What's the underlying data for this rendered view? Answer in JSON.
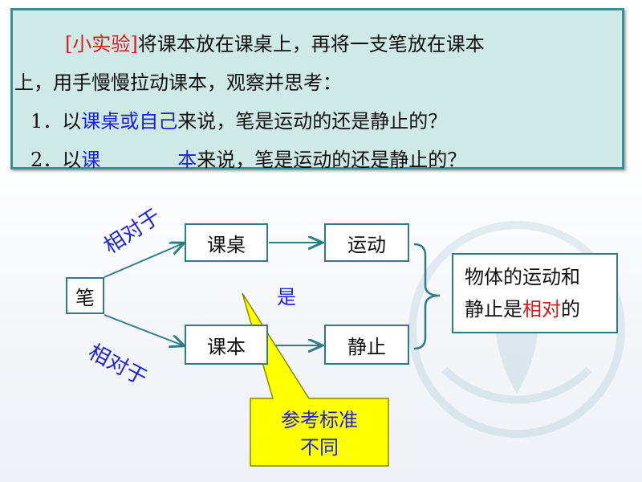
{
  "task": {
    "experiment_tag": "[小实验]",
    "line1_rest": "将课本放在课桌上，再将一支笔放在课本",
    "line2": "上，用手慢慢拉动课本，观察并思考：",
    "q1": {
      "num": "1．以",
      "ref": "课桌或自己",
      "rest": "来说，笔是运动的还是静止的？"
    },
    "q2": {
      "num": "2．以",
      "ref_a": "课",
      "ref_b": "本",
      "rest": "来说，笔是运动的还是静止的？"
    }
  },
  "diagram": {
    "pen": "笔",
    "relative_to_upper": "相对于",
    "relative_to_lower": "相对于",
    "desk": "课桌",
    "book": "课本",
    "moving": "运动",
    "still": "静止",
    "is": "是",
    "conclusion_line1": "物体的运动和",
    "conclusion_line2_a": "静止是",
    "conclusion_line2_b": "相对",
    "conclusion_line2_c": "的",
    "callout_line1": "参考标准",
    "callout_line2": "不同"
  },
  "colors": {
    "task_bg": "#cfe9e7",
    "border_teal": "#2e7d86",
    "accent_red": "#d41d1d",
    "accent_blue": "#1f23d6",
    "callout_yellow": "#ffff00"
  }
}
